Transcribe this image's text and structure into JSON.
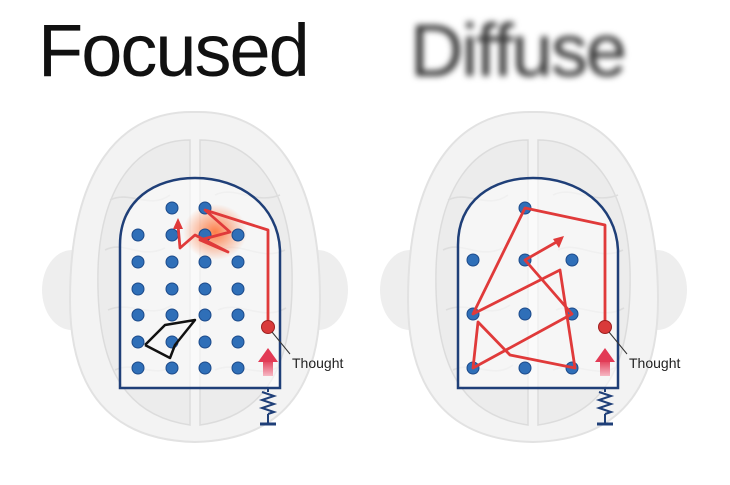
{
  "titles": {
    "focused": "Focused",
    "diffuse": "Diffuse"
  },
  "labels": {
    "thought_focused": "Thought",
    "thought_diffuse": "Thought"
  },
  "colors": {
    "board": "#1f3f78",
    "dot": "#2f6fb8",
    "path": "#e03a3a",
    "focused_glow": "#f0703a",
    "brain": "#ececec"
  }
}
